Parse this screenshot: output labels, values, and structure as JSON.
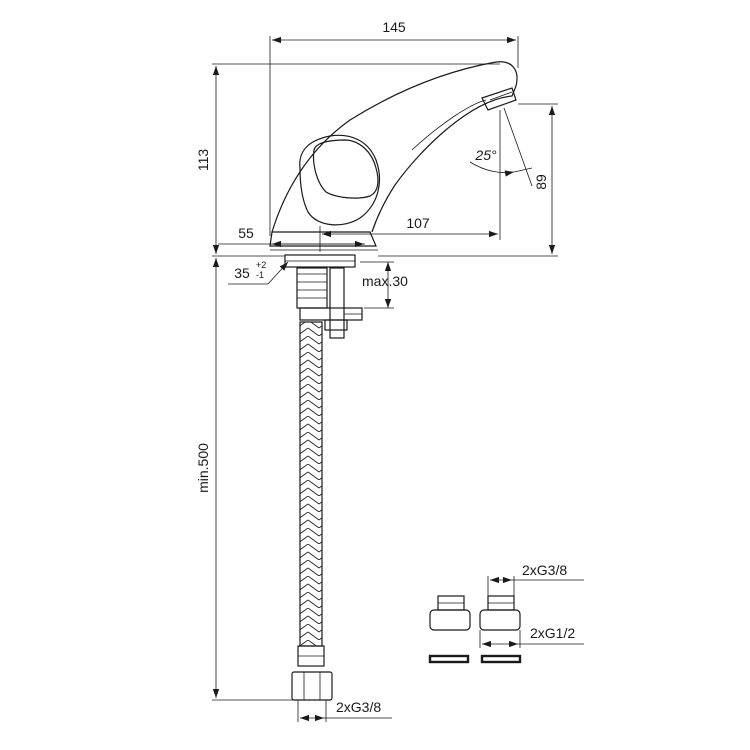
{
  "dimensions": {
    "width_top": "145",
    "height_left": "113",
    "offset_55": "55",
    "reach_107": "107",
    "height_89": "89",
    "angle_spout": "25°",
    "angle_mount": "35",
    "angle_tol_plus": "+2",
    "angle_tol_minus": "-1",
    "max_thickness": "max.30",
    "hose_length": "min.500"
  },
  "connections": {
    "hose_thread": "2xG3/8",
    "adapter_small": "2xG3/8",
    "adapter_large": "2xG1/2"
  },
  "colors": {
    "line": "#1a1a1a",
    "background": "#ffffff"
  }
}
